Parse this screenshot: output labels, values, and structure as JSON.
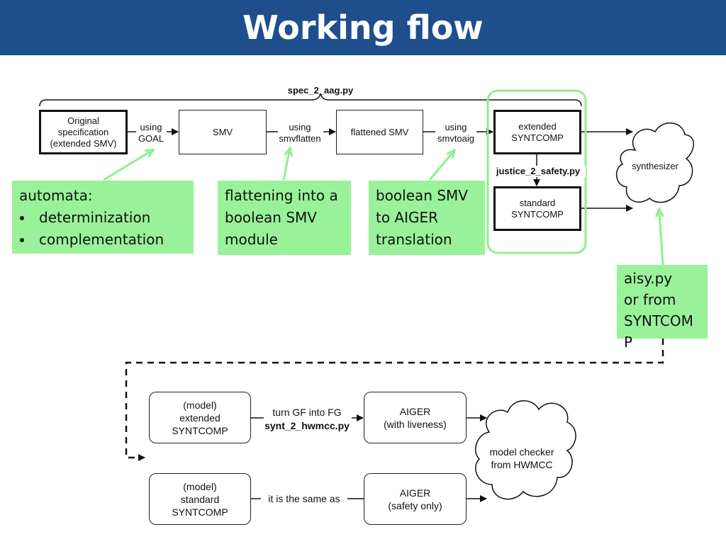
{
  "title": "Working flow",
  "top_flow": {
    "brace_label": "spec_2_aag.py",
    "nodes": {
      "original": "Original\nspecification\n(extended SMV)",
      "smv": "SMV",
      "flattened": "flattened SMV",
      "extended": "extended\nSYNTCOMP",
      "standard": "standard\nSYNTCOMP"
    },
    "edges": {
      "using_goal": "using\nGOAL",
      "using_smvflatten": "using\nsmvflatten",
      "using_smvtoaig": "using\nsmvtoaig",
      "justice": "justice_2_safety.py"
    },
    "synthesizer": "synthesizer"
  },
  "notes": {
    "automata": {
      "heading": "automata:",
      "items": [
        "determinization",
        "complementation"
      ]
    },
    "flattening": "flattening into a\nboolean SMV\nmodule",
    "boolean": "boolean SMV\nto AIGER\ntranslation",
    "aisy": "aisy.py\nor from\nSYNTCOM\nP"
  },
  "bottom_flow": {
    "nodes": {
      "model_extended": "(model)\nextended\nSYNTCOMP",
      "aiger_liveness": "AIGER\n(with liveness)",
      "model_standard": "(model)\nstandard\nSYNTCOMP",
      "aiger_safety": "AIGER\n(safety only)"
    },
    "edges": {
      "turn_gf": "turn GF into FG",
      "synt_script": "synt_2_hwmcc.py",
      "same_as": "it is the same as"
    },
    "model_checker": "model checker\nfrom HWMCC"
  },
  "colors": {
    "title_bg": "#1f4e8c",
    "note_bg": "#99f299",
    "highlight": "#8ef08e"
  }
}
